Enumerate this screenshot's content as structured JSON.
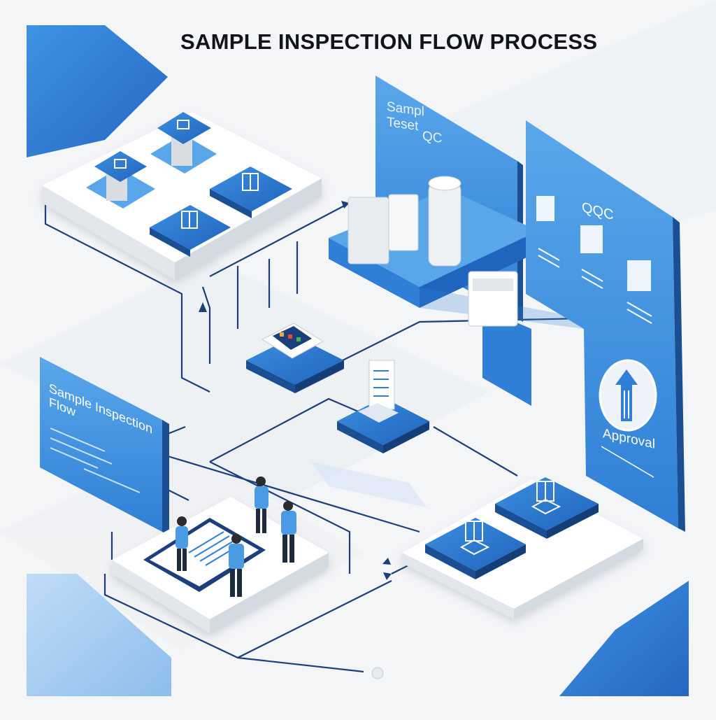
{
  "title": "SAMPLE INSPECTION FLOW PROCESS",
  "panels": {
    "sample_test": {
      "line1": "Sampl",
      "line2": "Teset",
      "qc": "QC"
    },
    "qqc": {
      "label": "QQC",
      "approval": "Approval"
    },
    "flow": {
      "line1": "Sample Inspection",
      "line2": "Flow"
    }
  },
  "icons": [
    "document-icon",
    "cube-icon",
    "box-icon",
    "beaker-icon",
    "tablet-icon",
    "checklist-icon",
    "approval-arrow-icon"
  ],
  "colors": {
    "primary_blue": "#2f7fd6",
    "light_blue": "#59a6e8",
    "dark_blue": "#1a4f93",
    "line_navy": "#1b3f7a",
    "platform_white": "#ffffff",
    "background": "#f4f5f7"
  }
}
